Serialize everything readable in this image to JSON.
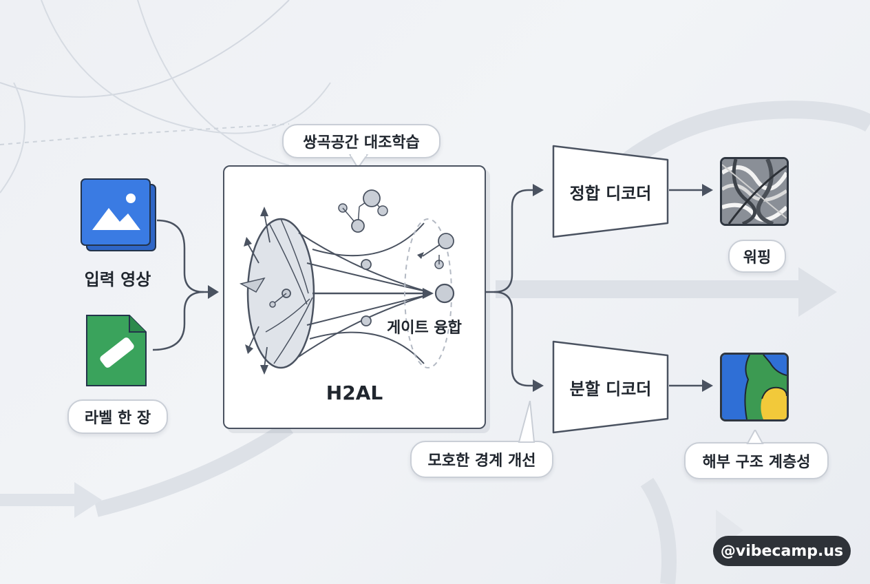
{
  "labels": {
    "input_image": "입력 영상",
    "label_one": "라벨 한 장",
    "hyperbolic": "쌍곡공간 대조학습",
    "h2al": "H2AL",
    "gate_fusion": "게이트 융합",
    "reg_decoder": "정합 디코더",
    "seg_decoder": "분할 디코더",
    "warping": "워핑",
    "boundary": "모호한 경계 개선",
    "anatomy": "해부 구조 계층성"
  },
  "watermark": "@vibecamp.us",
  "icons": [
    "image-icon",
    "label-file-icon",
    "warp-thumbnail",
    "segmentation-thumbnail"
  ],
  "colors": {
    "image_blue": "#3a7be3",
    "label_green": "#3aa35c",
    "seg_blue": "#2f6fd6",
    "seg_green": "#3c9a52",
    "seg_yellow": "#f2c93a",
    "border_dark": "#4a5260"
  }
}
